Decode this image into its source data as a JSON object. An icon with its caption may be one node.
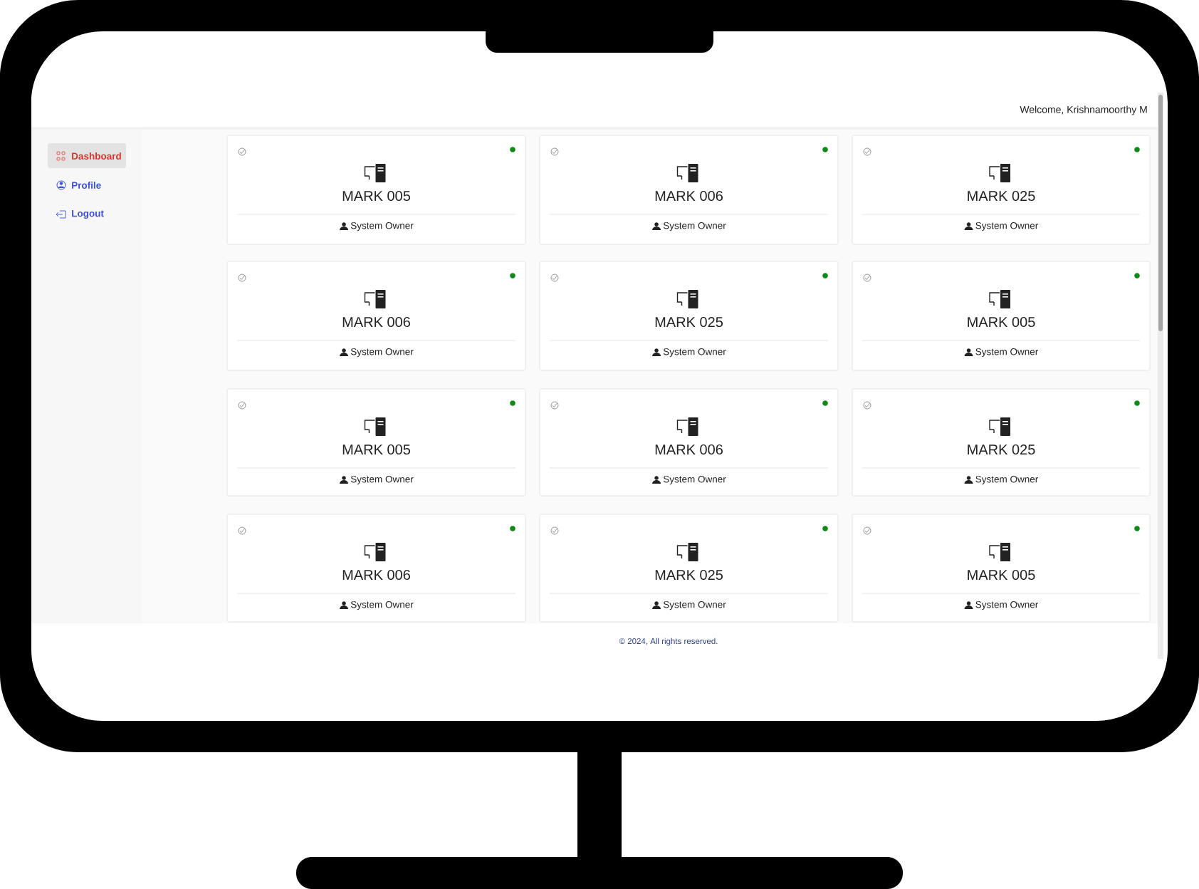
{
  "diagram": {
    "nodes": [
      {
        "text": [
          "MARK 005",
          "System Owner"
        ]
      },
      {
        "text": [
          "MARK 006",
          "System Owner"
        ]
      },
      {
        "text": [
          "MARK 025",
          "System Owner"
        ]
      },
      {
        "text": [
          "MARK 006",
          "System Owner"
        ]
      },
      {
        "text": [
          "MARK 025",
          "System Owner"
        ]
      },
      {
        "text": [
          "MARK 005",
          "System Owner"
        ]
      },
      {
        "text": [
          "MARK 005",
          "System Owner"
        ]
      },
      {
        "text": [
          "MARK 006",
          "System Owner"
        ]
      },
      {
        "text": [
          "MARK 025",
          "System Owner"
        ]
      },
      {
        "text": [
          "MARK 006",
          "System Owner"
        ]
      },
      {
        "text": [
          "MARK 025",
          "System Owner"
        ]
      },
      {
        "text": [
          "MARK 005",
          "System Owner"
        ]
      }
    ],
    "labels": [
      "Welcome, Krishnamoorthy M",
      "Dashboard",
      "Profile",
      "Logout",
      "© 2024, All rights reserved."
    ]
  }
}
